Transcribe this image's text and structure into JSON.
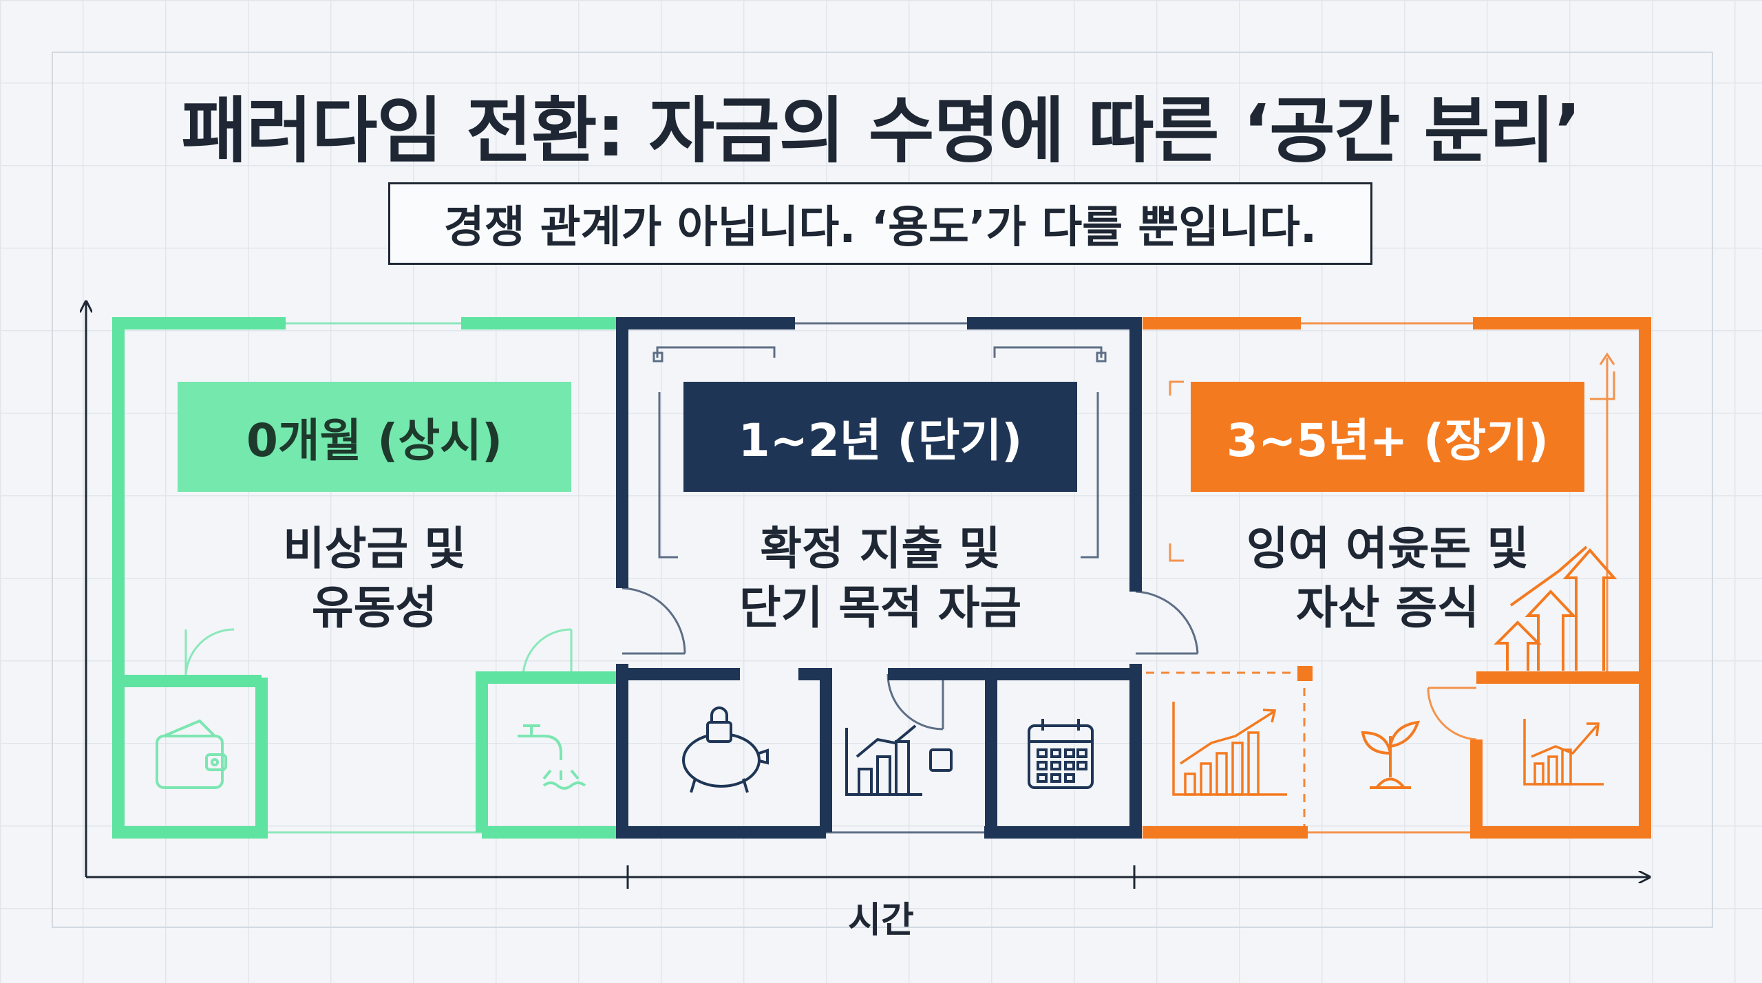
{
  "title": "패러다임 전환: 자금의 수명에 따른 ‘공간 분리’",
  "subtitle": "경쟁 관계가 아닙니다. ‘용도’가 다를 뿐입니다.",
  "axis": {
    "x_label": "시간"
  },
  "zones": [
    {
      "label": "0개월 (상시)",
      "desc_line1": "비상금 및",
      "desc_line2": "유동성",
      "color": "#5fe3a1",
      "label_text_color": "#1e3a2c",
      "icons": [
        "wallet-icon",
        "faucet-icon"
      ]
    },
    {
      "label": "1~2년 (단기)",
      "desc_line1": "확정 지출 및",
      "desc_line2": "단기 목적 자금",
      "color": "#1f3556",
      "label_text_color": "#ffffff",
      "icons": [
        "piggy-bank-lock-icon",
        "bar-chart-icon",
        "calendar-icon"
      ]
    },
    {
      "label": "3~5년+ (장기)",
      "desc_line1": "잉여 여윳돈 및",
      "desc_line2": "자산 증식",
      "color": "#f47a20",
      "label_text_color": "#ffffff",
      "icons": [
        "growth-chart-icon",
        "sprout-icon",
        "trend-up-icon",
        "rising-arrows-icon"
      ]
    }
  ]
}
